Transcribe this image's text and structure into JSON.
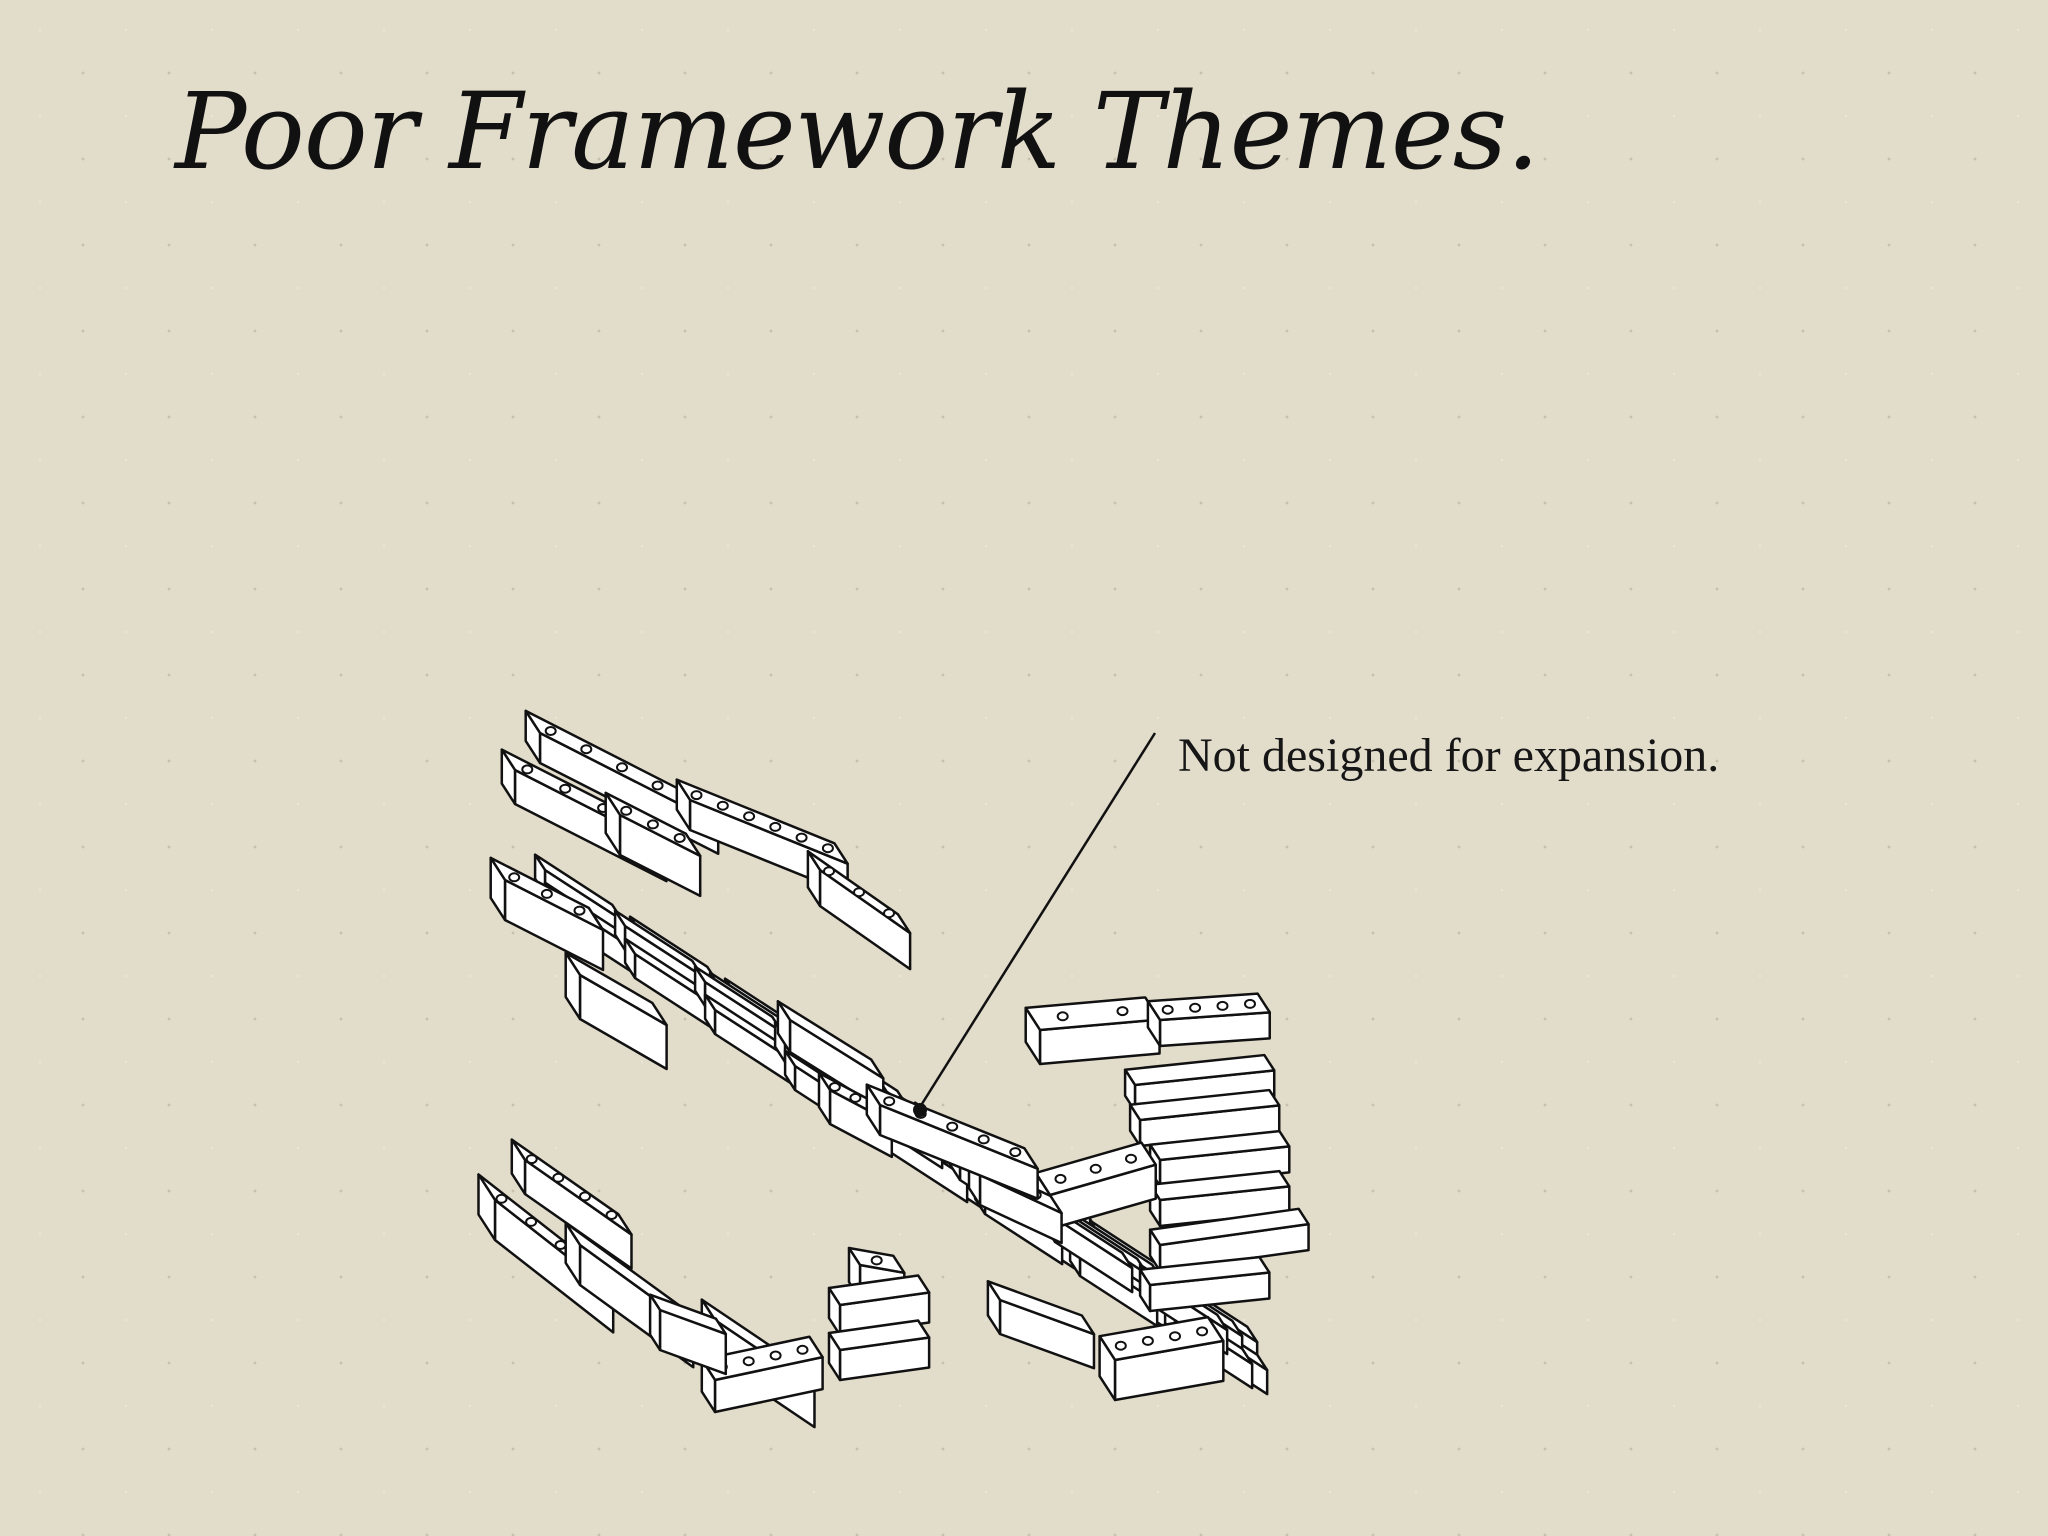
{
  "slide": {
    "title": "Poor Framework Themes.",
    "callout": "Not designed for expansion."
  },
  "illustration": {
    "subject": "hand-drawn tangled pile of toy bricks",
    "stroke_color": "#111111",
    "fill_color": "#ffffff"
  },
  "colors": {
    "background": "#e2dccb",
    "text": "#111111"
  }
}
